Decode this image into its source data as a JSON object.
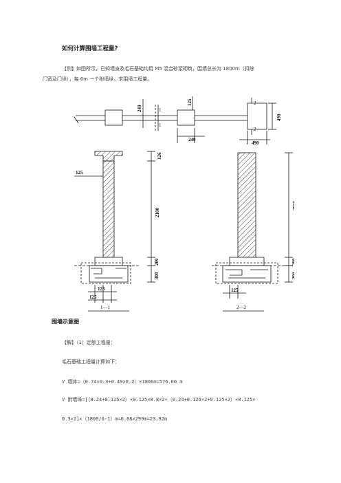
{
  "doc": {
    "title": "如何计算围墙工程量?",
    "example_line1": "【例】如图所示，已知墙身及毛石基础均用 M5 混合砂浆砌筑，围墙总长为 1800m（扣除",
    "example_line2": "门宽及门垛），每 6m 一个附墙垛，求围墙工程量。",
    "caption": "围墙示意图",
    "solution": "【解】（1）定额工程量：",
    "sub_heading": "毛石基础工程量计算如下：",
    "formula1": "V 墙体=（0.74×0.3+0.49×0.2）×1800m=576.00 m",
    "formula2": "V 附墙垛=[（0.24+0.125×2）×0.125×0.8×2+（0.24+0.125×2+0.125×2）×0.125×",
    "formula3": "0.3×2]×（1800/6-1）m=0.08×299m=23.92m"
  },
  "figure": {
    "plan": {
      "d240_left": "240",
      "d125": "125",
      "d240_bottom": "240",
      "d490_bottom": "490",
      "d490_right": "490",
      "mark1": "1",
      "mark2": "2"
    },
    "sec1": {
      "d126": "126",
      "d2100": "2100",
      "d200": "200",
      "d300": "300",
      "d125_top": "125",
      "d125_a": "125",
      "d125_b": "125",
      "label": "1—1"
    },
    "sec2": {
      "d2500": "2500",
      "d200": "200",
      "d300": "300",
      "d125": "125",
      "label": "2—2"
    }
  }
}
